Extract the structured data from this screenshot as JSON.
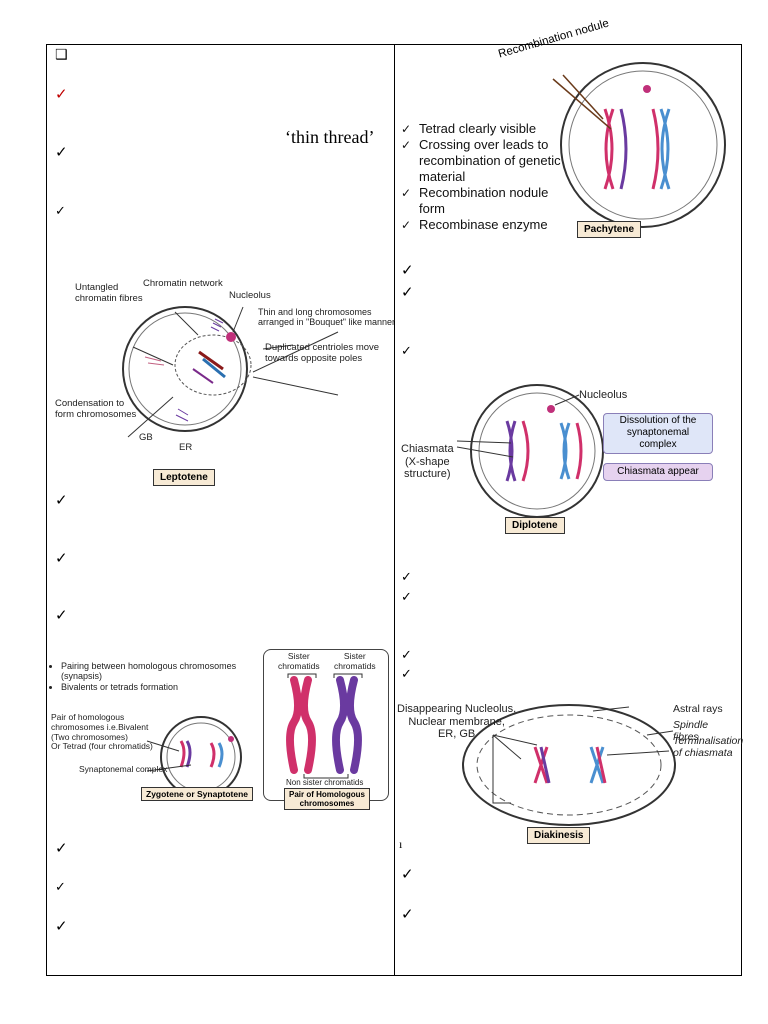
{
  "left": {
    "top_marks": {
      "box_bullet": "❑",
      "check": "✓"
    },
    "thin_thread": "‘thin thread’",
    "leptotene": {
      "caption": "Leptotene",
      "labels": {
        "untangled": "Untangled\nchromatin fibres",
        "chromatin_network": "Chromatin network",
        "nucleolus": "Nucleolus",
        "thin_long": "Thin and long chromosomes\narranged in \"Bouquet\" like manner",
        "centrioles": "Duplicated centrioles move\ntowards opposite poles",
        "condensation": "Condensation to\nform chromosomes",
        "gb": "GB",
        "er": "ER"
      }
    },
    "zygotene": {
      "caption": "Zygotene or Synaptotene",
      "bullets": [
        "Pairing between homologous chromosomes (synapsis)",
        "Bivalents or tetrads formation"
      ],
      "labels": {
        "pair": "Pair of homologous\nchromosomes i.e.Bivalent\n(Two chromosomes)\nOr Tetrad (four chromatids)",
        "synaptonemal": "Synaptonemal complex"
      }
    },
    "homologous": {
      "sister1": "Sister\nchromatids",
      "sister2": "Sister\nchromatids",
      "non_sister": "Non sister chromatids",
      "caption": "Pair of Homologous\nchromosomes"
    }
  },
  "right": {
    "pachytene": {
      "nodule_label": "Recombination nodule",
      "caption": "Pachytene",
      "list": [
        "Tetrad clearly visible",
        "Crossing over leads to recombination of genetic material",
        "Recombination nodule form",
        "Recombinase enzyme"
      ]
    },
    "diplotene": {
      "caption": "Diplotene",
      "nucleolus": "Nucleolus",
      "chiasmata": "Chiasmata\n(X-shape\nstructure)",
      "box1": "Dissolution of the\nsynaptonemal\ncomplex",
      "box2": "Chiasmata appear"
    },
    "diakinesis": {
      "caption": "Diakinesis",
      "disappearing": "Disappearing Nucleolus,\nNuclear membrane,\nER, GB",
      "astral": "Astral rays",
      "spindle": "Spindle fibres",
      "terminalisation": "Terminalisation\nof chiasmata",
      "small_mark": "ı"
    }
  },
  "colors": {
    "red_check": "#c00000",
    "pink": "#d0306a",
    "blue": "#4a8fd0",
    "purple": "#6a3aa0"
  }
}
